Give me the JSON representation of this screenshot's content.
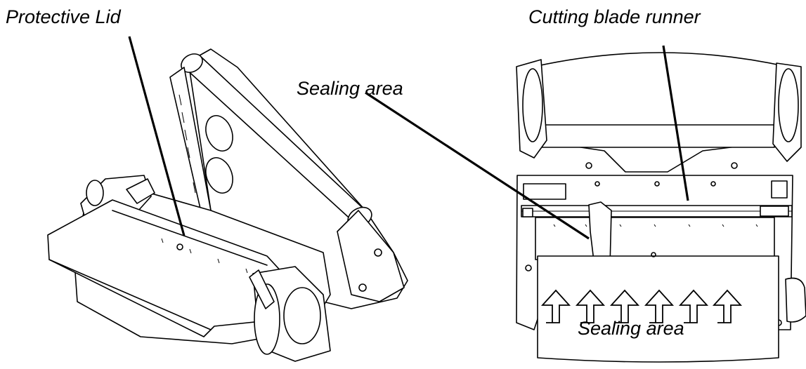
{
  "labels": {
    "protective_lid": "Protective Lid",
    "cutting_blade_runner": "Cutting blade runner",
    "sealing_area_top": "Sealing area",
    "sealing_area_bottom": "Sealing area"
  },
  "colors": {
    "line": "#000000",
    "background": "#ffffff"
  }
}
